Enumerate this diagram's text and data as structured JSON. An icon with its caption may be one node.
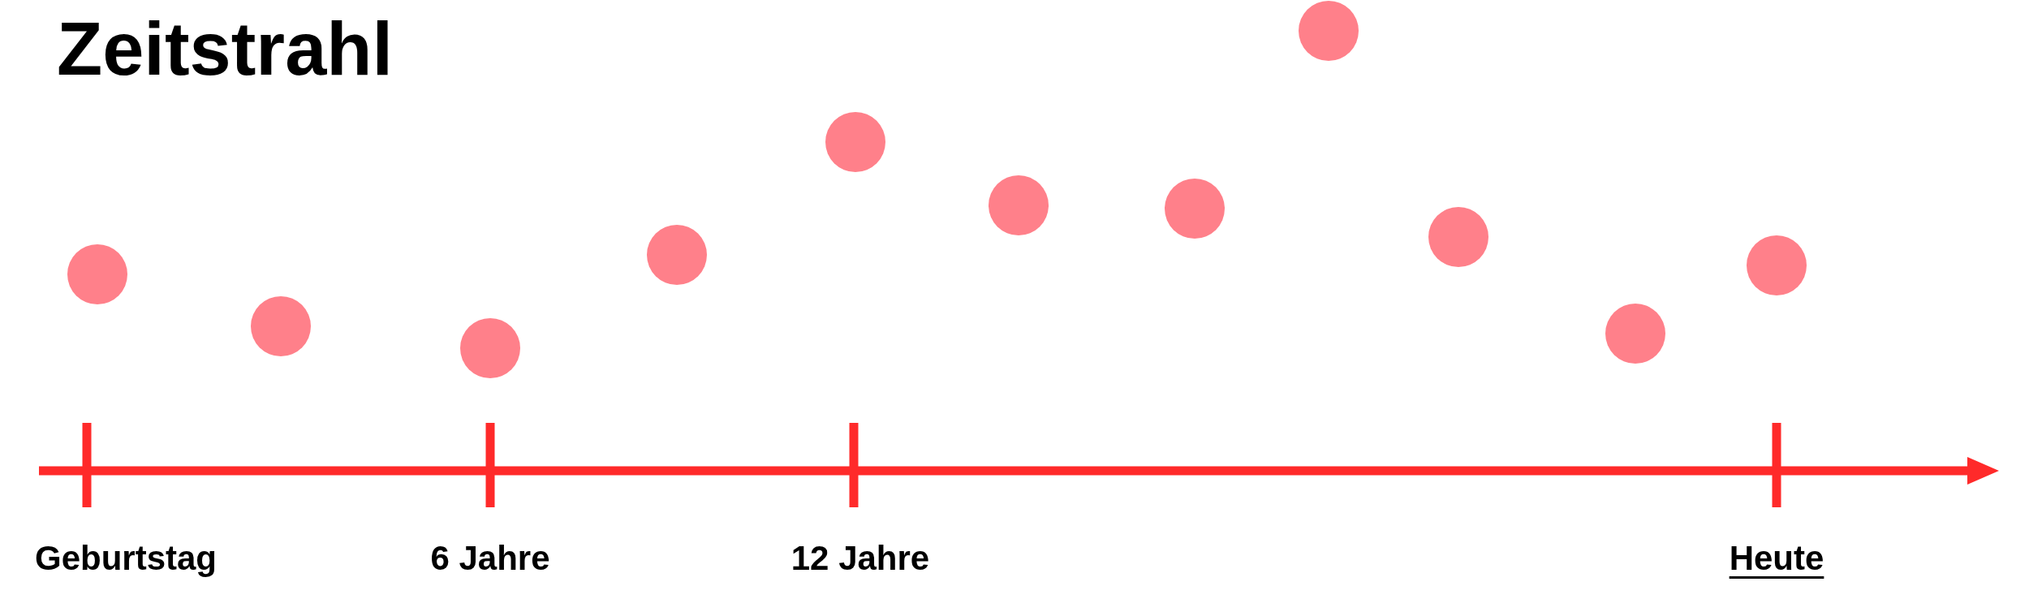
{
  "diagram": {
    "title": "Zeitstrahl",
    "nodes": [
      {
        "text": [],
        "shape": "circle"
      },
      {
        "text": [],
        "shape": "circle"
      },
      {
        "text": [],
        "shape": "circle"
      },
      {
        "text": [],
        "shape": "circle"
      },
      {
        "text": [],
        "shape": "circle"
      },
      {
        "text": [],
        "shape": "circle"
      },
      {
        "text": [],
        "shape": "circle"
      },
      {
        "text": [],
        "shape": "circle"
      },
      {
        "text": [],
        "shape": "circle"
      },
      {
        "text": [],
        "shape": "circle"
      },
      {
        "text": [],
        "shape": "circle"
      }
    ],
    "edges": [],
    "labels": [
      "Geburtstag",
      "6 Jahre",
      "12 Jahre",
      "Heute"
    ]
  }
}
